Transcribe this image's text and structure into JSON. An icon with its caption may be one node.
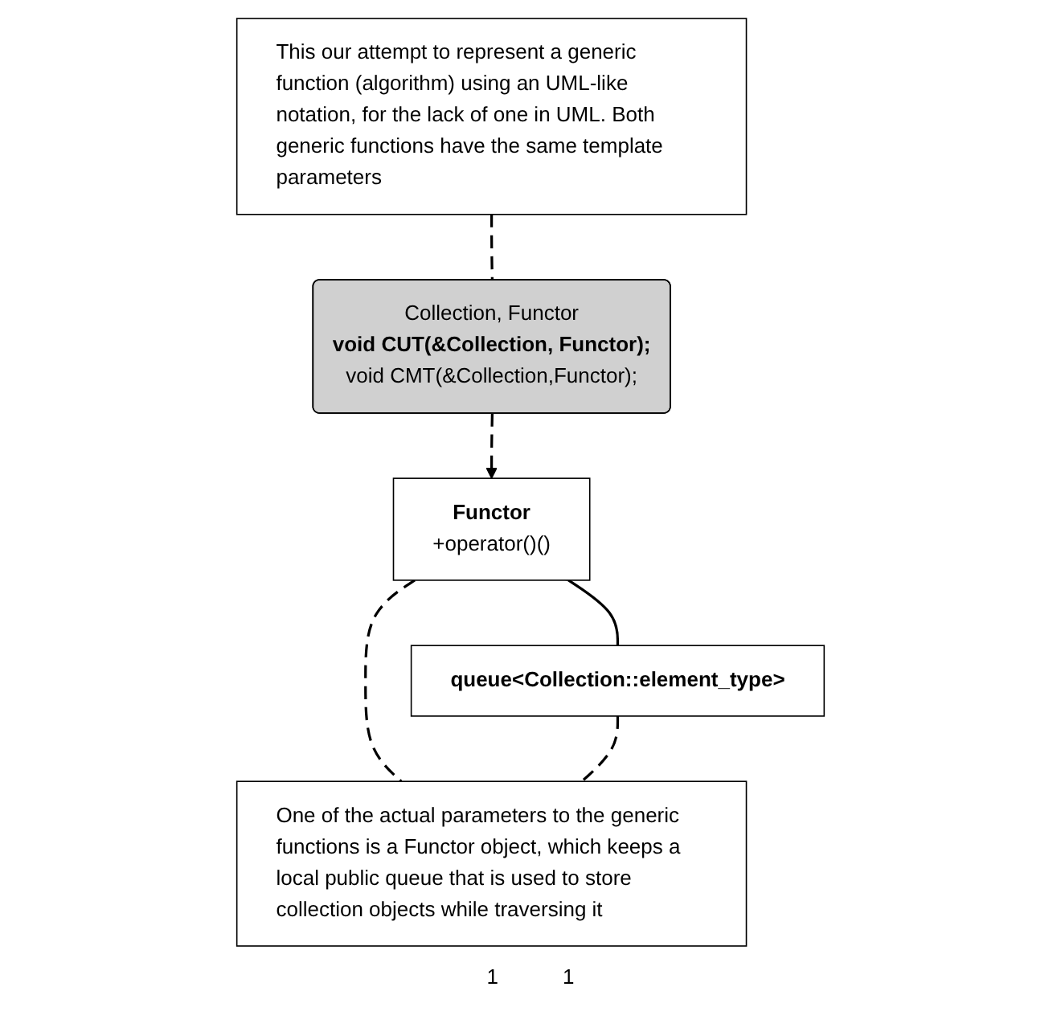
{
  "diagram": {
    "nodes": [
      {
        "text": [
          "This our attempt to represent a generic function (algorithm) using an UML-like notation, for the lack of one in UML. Both generic functions have the same template parameters"
        ]
      },
      {
        "text": [
          "Collection, Functor",
          "void CUT(&Collection, Functor);",
          "void CMT(&Collection,Functor);"
        ]
      },
      {
        "text": [
          "Functor",
          "+operator()()"
        ]
      },
      {
        "text": [
          "queue<Collection::element_type>"
        ]
      },
      {
        "text": [
          "One of the actual parameters to the generic functions is a Functor object, which keeps a local public queue that is used to store collection objects while traversing it"
        ]
      }
    ],
    "edges": [
      {
        "from": 0,
        "to": 1,
        "arrow": "none",
        "style": "dashed"
      },
      {
        "from": 1,
        "to": 2,
        "arrow": "to",
        "style": "dashed"
      },
      {
        "from": 2,
        "to": 3,
        "arrow": "other"
      },
      {
        "from": 2,
        "to": 4,
        "arrow": "none",
        "style": "dashed"
      },
      {
        "from": 3,
        "to": 4,
        "arrow": "none",
        "style": "dashed"
      }
    ],
    "labels": [
      "1",
      "1"
    ]
  }
}
